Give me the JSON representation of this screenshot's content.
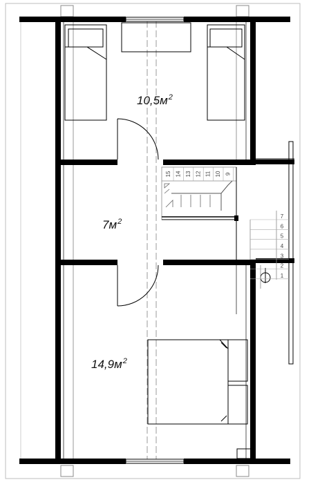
{
  "rooms": [
    {
      "id": "bedroom-top",
      "value": "10,5",
      "unit": "м",
      "exp": "2"
    },
    {
      "id": "hall",
      "value": "7",
      "unit": "м",
      "exp": "2"
    },
    {
      "id": "bedroom-bottom",
      "value": "14,9",
      "unit": "м",
      "exp": "2"
    }
  ],
  "stairs": {
    "upper": [
      "15",
      "14",
      "13",
      "12",
      "11",
      "10",
      "9"
    ],
    "lower": [
      "7",
      "6",
      "5",
      "4",
      "3",
      "2",
      "1"
    ]
  }
}
